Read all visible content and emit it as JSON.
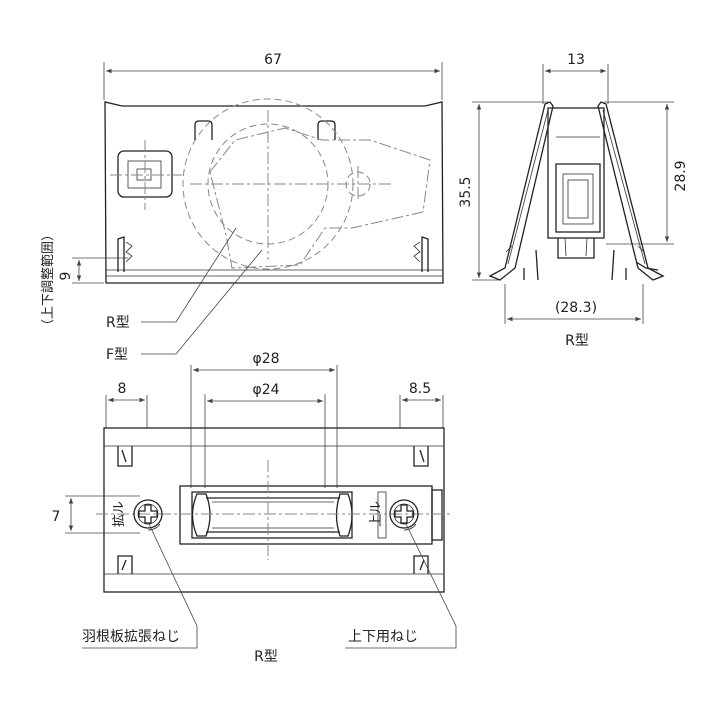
{
  "front_view": {
    "width_dim": "67",
    "adjust_dim": "9",
    "adjust_label": "（上下調整範囲）",
    "label_r": "R型",
    "label_f": "F型"
  },
  "side_view": {
    "top_dim": "13",
    "height_dim": "35.5",
    "inner_height_dim": "28.9",
    "bottom_dim": "(28.3)",
    "caption": "R型"
  },
  "bottom_view": {
    "outer_diameter_dim": "φ28",
    "inner_diameter_dim": "φ24",
    "left_dim": "8",
    "right_dim": "8.5",
    "offset_dim": "7",
    "left_screw_mark": "拡ル",
    "right_screw_mark": "上ル",
    "left_screw_label": "羽根板拡張ねじ",
    "right_screw_label": "上下用ねじ",
    "caption": "R型"
  }
}
